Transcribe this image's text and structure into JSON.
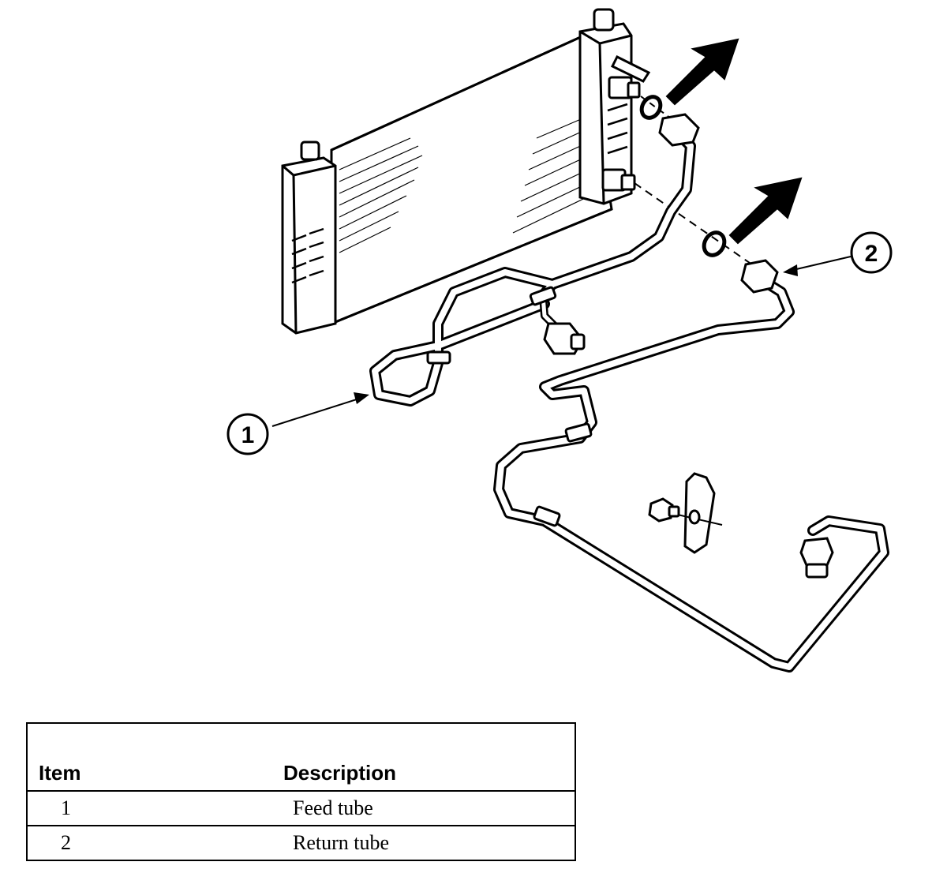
{
  "diagram": {
    "callouts": [
      {
        "id": "1",
        "label": "1"
      },
      {
        "id": "2",
        "label": "2"
      }
    ],
    "icons": [
      "radiator-icon",
      "o-ring-icon",
      "arrow-pointer-icon",
      "clip-bracket-icon",
      "bolt-icon",
      "fitting-icon"
    ]
  },
  "legend": {
    "headers": {
      "item": "Item",
      "description": "Description"
    },
    "rows": [
      {
        "item": "1",
        "description": "Feed tube"
      },
      {
        "item": "2",
        "description": "Return tube"
      }
    ]
  }
}
